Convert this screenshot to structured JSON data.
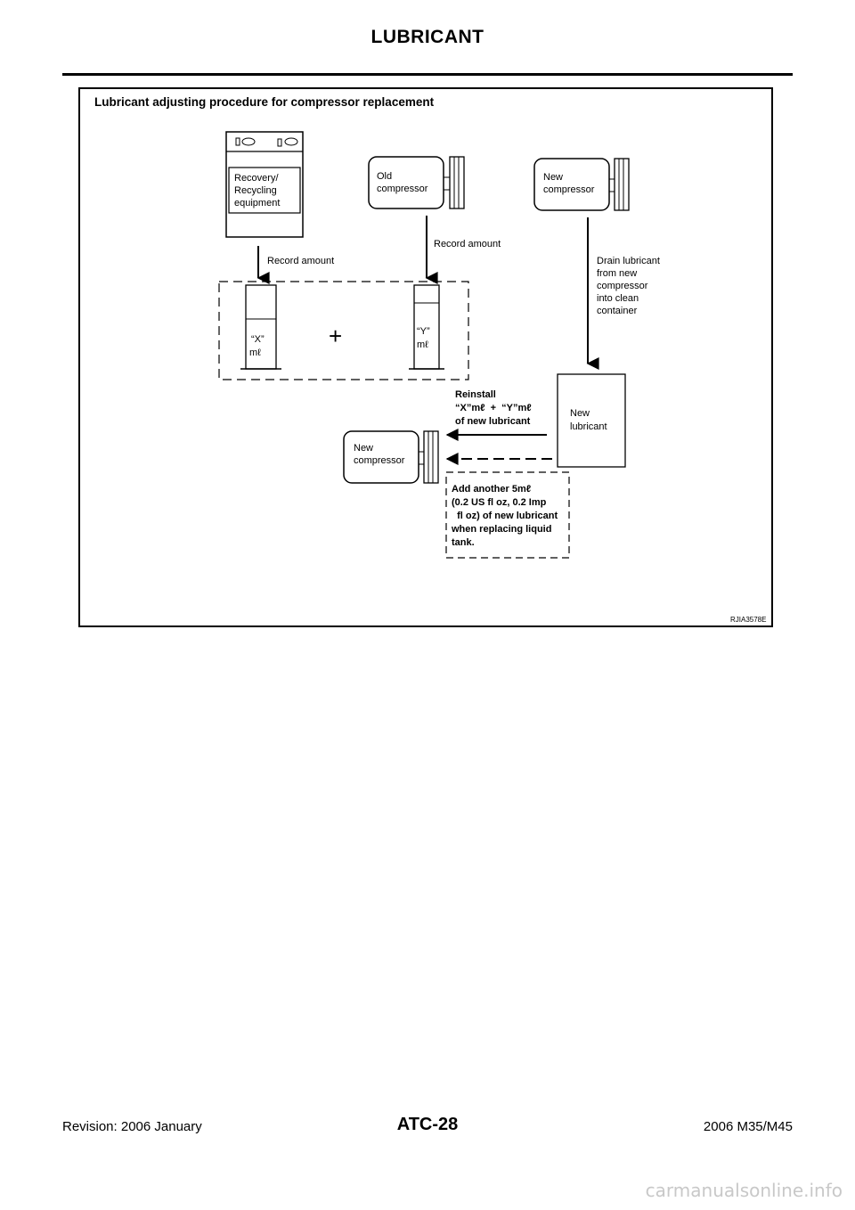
{
  "header": {
    "section_title": "LUBRICANT"
  },
  "figure": {
    "title": "Lubricant adjusting procedure for compressor replacement",
    "recovery_equipment": [
      "Recovery/",
      "Recycling",
      "equipment"
    ],
    "old_compressor": [
      "Old",
      "compressor"
    ],
    "new_compressor_top": [
      "New",
      "compressor"
    ],
    "record_amount_left": "Record amount",
    "record_amount_right": "Record amount",
    "drain_text": [
      "Drain lubricant",
      "from new",
      "compressor",
      "into clean",
      "container"
    ],
    "x_label": [
      "“X”",
      "mℓ"
    ],
    "y_label": [
      "“Y”",
      "mℓ"
    ],
    "plus_sign": "+",
    "new_lubricant": [
      "New",
      "lubricant"
    ],
    "reinstall_text": [
      "Reinstall",
      "“X”mℓ  +  “Y”mℓ",
      "of new lubricant"
    ],
    "new_compressor_bottom": [
      "New",
      "compressor"
    ],
    "add_another_text": [
      "Add another 5mℓ",
      "(0.2 US fl oz, 0.2 Imp",
      "  fl oz) of new lubricant",
      "when replacing liquid",
      "tank."
    ],
    "figure_code": "RJIA3578E"
  },
  "footer": {
    "revision": "Revision: 2006 January",
    "page_number": "ATC-28",
    "model": "2006 M35/M45"
  },
  "watermark": "carmanualsonline.info"
}
